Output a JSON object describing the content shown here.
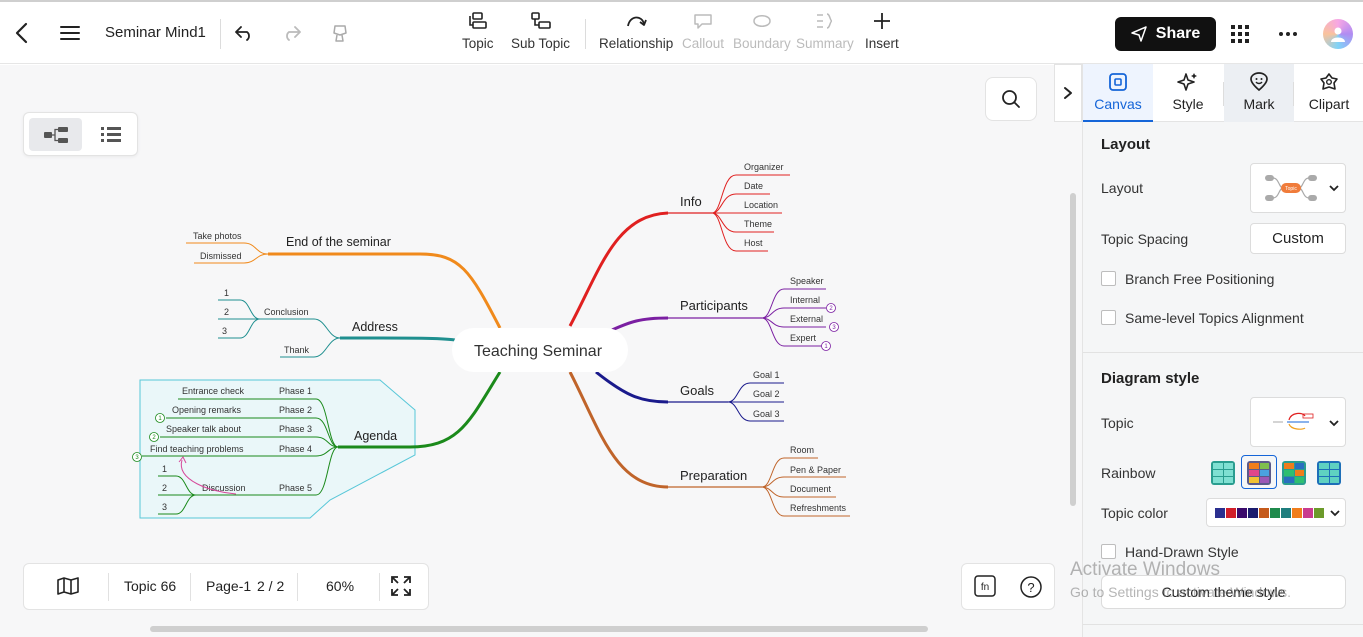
{
  "toolbar": {
    "title": "Seminar Mind1",
    "tools": [
      {
        "label": "Topic"
      },
      {
        "label": "Sub Topic"
      },
      {
        "label": "Relationship"
      },
      {
        "label": "Callout"
      },
      {
        "label": "Boundary"
      },
      {
        "label": "Summary"
      },
      {
        "label": "Insert"
      }
    ],
    "share_label": "Share"
  },
  "mindmap": {
    "central": "Teaching Seminar",
    "branches": {
      "info": {
        "label": "Info",
        "color": "#e02020",
        "children": [
          "Organizer",
          "Date",
          "Location",
          "Theme",
          "Host"
        ]
      },
      "participants": {
        "label": "Participants",
        "color": "#7b1fa2",
        "children": [
          "Speaker",
          "Internal",
          "External",
          "Expert"
        ],
        "badges": [
          "2",
          "3",
          "1"
        ]
      },
      "goals": {
        "label": "Goals",
        "color": "#1a1a8c",
        "children": [
          "Goal 1",
          "Goal 2",
          "Goal 3"
        ]
      },
      "preparation": {
        "label": "Preparation",
        "color": "#c0642a",
        "children": [
          "Room",
          "Pen & Paper",
          "Document",
          "Refreshments"
        ]
      },
      "end": {
        "label": "End of the seminar",
        "color": "#f08a1c",
        "children": [
          "Take photos",
          "Dismissed"
        ]
      },
      "address": {
        "label": "Address",
        "color": "#1f8f8f",
        "conclusion": "Conclusion",
        "conclusion_items": [
          "1",
          "2",
          "3"
        ],
        "thank": "Thank"
      },
      "agenda": {
        "label": "Agenda",
        "color": "#1b8a1b",
        "phases": [
          "Phase 1",
          "Phase 2",
          "Phase 3",
          "Phase 4",
          "Phase 5"
        ],
        "items": [
          "Entrance check",
          "Opening remarks",
          "Speaker talk about",
          "Find teaching problems",
          "Discussion"
        ],
        "badges": [
          "1",
          "2",
          "3"
        ],
        "discussion_items": [
          "1",
          "2",
          "3"
        ]
      }
    }
  },
  "bottom_bar": {
    "topic_count": "Topic 66",
    "page": "Page-1",
    "page_count": "2 / 2",
    "zoom": "60%"
  },
  "panel": {
    "tabs": [
      {
        "label": "Canvas"
      },
      {
        "label": "Style"
      },
      {
        "label": "Mark"
      },
      {
        "label": "Clipart"
      }
    ],
    "layout_section": "Layout",
    "layout_label": "Layout",
    "layout_preview_text": "Topic",
    "topic_spacing_label": "Topic Spacing",
    "topic_spacing_value": "Custom",
    "branch_free": "Branch Free Positioning",
    "same_level": "Same-level Topics Alignment",
    "diagram_section": "Diagram style",
    "topic_label": "Topic",
    "rainbow_label": "Rainbow",
    "topic_color_label": "Topic color",
    "topic_colors": [
      "#2b2f8f",
      "#d11f2a",
      "#3b0a6b",
      "#1c1c6e",
      "#c55a1b",
      "#1f8a4c",
      "#1e7d7d",
      "#f07d1b",
      "#c93b8f",
      "#6c9a2a"
    ],
    "hand_drawn": "Hand-Drawn Style",
    "custom_theme": "Custom theme style"
  },
  "watermark": {
    "line1": "Activate Windows",
    "line2": "Go to Settings to activate Windows."
  }
}
